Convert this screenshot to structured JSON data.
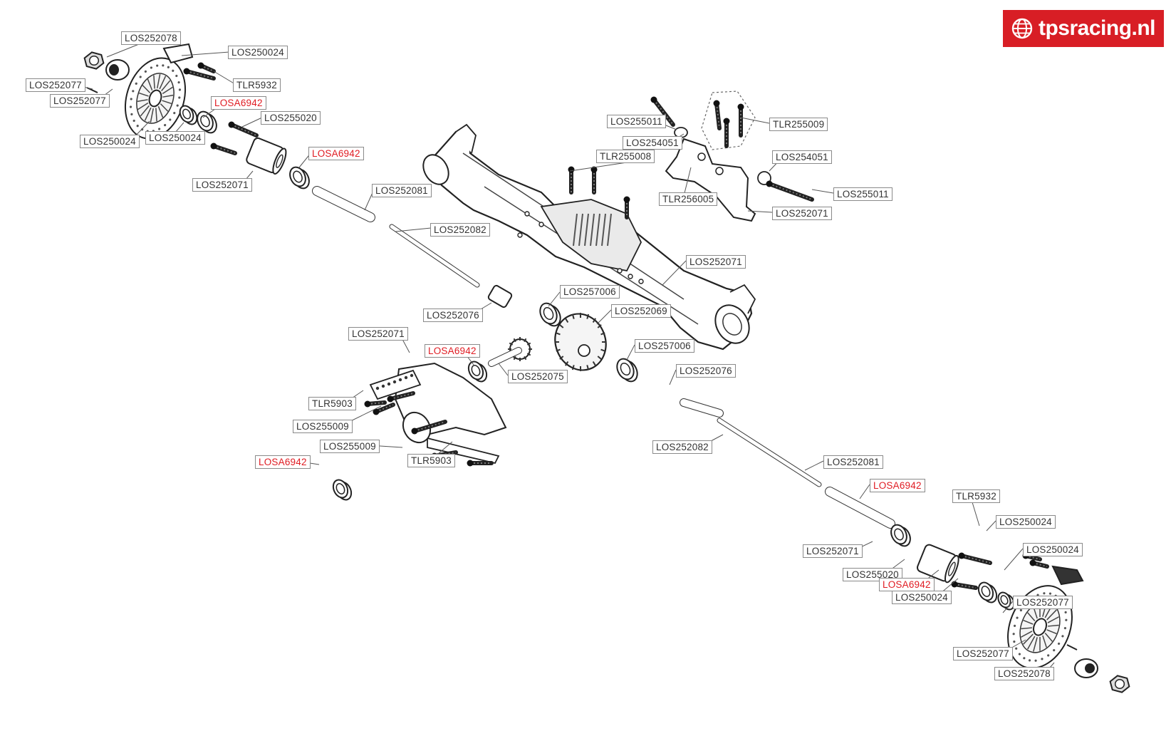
{
  "brand": {
    "text": "tpsracing.nl",
    "color": "#d81e25",
    "logo_icon": "globe-icon"
  },
  "colors": {
    "label_text": "#333333",
    "highlight_text": "#e01b22",
    "label_border": "#8a8a8a",
    "line": "#555555"
  },
  "labels": [
    {
      "text": "LOS252078",
      "highlight": false
    },
    {
      "text": "LOS250024",
      "highlight": false
    },
    {
      "text": "LOS252077",
      "highlight": false
    },
    {
      "text": "TLR5932",
      "highlight": false
    },
    {
      "text": "LOS252077",
      "highlight": false
    },
    {
      "text": "LOSA6942",
      "highlight": true
    },
    {
      "text": "LOS255020",
      "highlight": false
    },
    {
      "text": "LOS250024",
      "highlight": false
    },
    {
      "text": "LOS250024",
      "highlight": false
    },
    {
      "text": "LOSA6942",
      "highlight": true
    },
    {
      "text": "LOS252071",
      "highlight": false
    },
    {
      "text": "LOS252081",
      "highlight": false
    },
    {
      "text": "LOS252082",
      "highlight": false
    },
    {
      "text": "LOS255011",
      "highlight": false
    },
    {
      "text": "TLR255009",
      "highlight": false
    },
    {
      "text": "LOS254051",
      "highlight": false
    },
    {
      "text": "TLR255008",
      "highlight": false
    },
    {
      "text": "LOS254051",
      "highlight": false
    },
    {
      "text": "LOS255011",
      "highlight": false
    },
    {
      "text": "TLR256005",
      "highlight": false
    },
    {
      "text": "LOS252071",
      "highlight": false
    },
    {
      "text": "LOS252071",
      "highlight": false
    },
    {
      "text": "LOS257006",
      "highlight": false
    },
    {
      "text": "LOS252076",
      "highlight": false
    },
    {
      "text": "LOS252069",
      "highlight": false
    },
    {
      "text": "LOS252071",
      "highlight": false
    },
    {
      "text": "LOSA6942",
      "highlight": true
    },
    {
      "text": "LOS257006",
      "highlight": false
    },
    {
      "text": "LOS252075",
      "highlight": false
    },
    {
      "text": "LOS252076",
      "highlight": false
    },
    {
      "text": "TLR5903",
      "highlight": false
    },
    {
      "text": "LOS255009",
      "highlight": false
    },
    {
      "text": "LOS255009",
      "highlight": false
    },
    {
      "text": "TLR5903",
      "highlight": false
    },
    {
      "text": "LOSA6942",
      "highlight": true
    },
    {
      "text": "LOS252082",
      "highlight": false
    },
    {
      "text": "LOS252081",
      "highlight": false
    },
    {
      "text": "LOSA6942",
      "highlight": true
    },
    {
      "text": "TLR5932",
      "highlight": false
    },
    {
      "text": "LOS250024",
      "highlight": false
    },
    {
      "text": "LOS252071",
      "highlight": false
    },
    {
      "text": "LOS250024",
      "highlight": false
    },
    {
      "text": "LOS255020",
      "highlight": false
    },
    {
      "text": "LOSA6942",
      "highlight": true
    },
    {
      "text": "LOS250024",
      "highlight": false
    },
    {
      "text": "LOS252077",
      "highlight": false
    },
    {
      "text": "LOS252077",
      "highlight": false
    },
    {
      "text": "LOS252078",
      "highlight": false
    }
  ]
}
